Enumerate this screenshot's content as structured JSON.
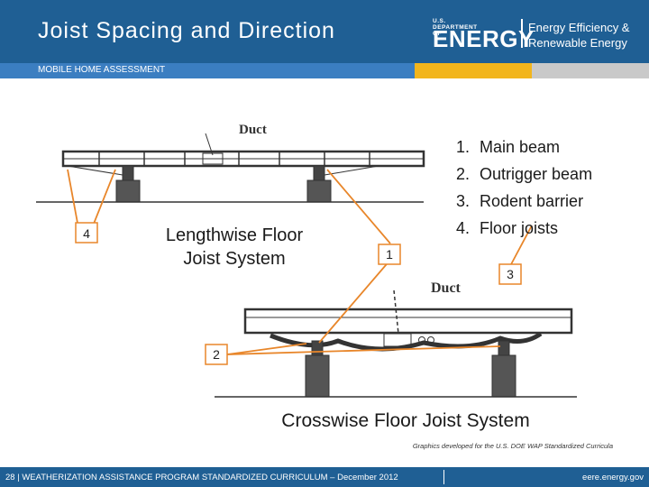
{
  "header": {
    "title": "Joist Spacing and Direction",
    "logo_small": "U.S. DEPARTMENT OF",
    "logo_big": "ENERGY",
    "logo_line1": "Energy Efficiency &",
    "logo_line2": "Renewable Energy"
  },
  "subtitle": "MOBILE HOME ASSESSMENT",
  "legend": [
    {
      "num": "1.",
      "label": "Main beam"
    },
    {
      "num": "2.",
      "label": "Outrigger beam"
    },
    {
      "num": "3.",
      "label": "Rodent barrier"
    },
    {
      "num": "4.",
      "label": "Floor joists"
    }
  ],
  "diagram": {
    "duct_label_top": "Duct",
    "duct_label_bottom": "Duct",
    "callout_1": "1",
    "callout_2": "2",
    "callout_3": "3",
    "callout_4": "4",
    "lengthwise_line1": "Lengthwise Floor",
    "lengthwise_line2": "Joist System",
    "crosswise": "Crosswise Floor Joist System",
    "credit": "Graphics developed for the U.S. DOE WAP Standardized Curricula"
  },
  "footer": {
    "left": "28 | WEATHERIZATION ASSISTANCE PROGRAM STANDARDIZED CURRICULUM – December 2012",
    "right": "eere.energy.gov"
  },
  "colors": {
    "header_blue": "#1f5f94",
    "bar_blue": "#3b7ec1",
    "bar_gold": "#f2b51c",
    "callout_orange": "#e8862a"
  }
}
